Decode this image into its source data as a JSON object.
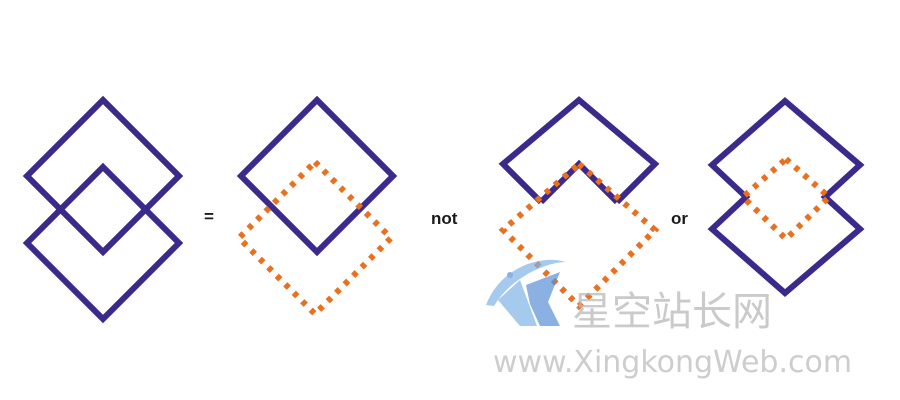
{
  "colors": {
    "solid_outline": "#3b2a8c",
    "dotted_outline": "#e8701f",
    "background": "#ffffff",
    "watermark_text": "#b8b8b8",
    "watermark_logo_primary": "#7fb4e6",
    "watermark_logo_secondary": "#5b8fd6"
  },
  "operators": {
    "equals": "=",
    "not": "not",
    "or": "or"
  },
  "watermark": {
    "site_name_cn": "星空站长网",
    "site_url": "www.XingkongWeb.com",
    "logo_icon": "xingkong-logo-icon"
  }
}
